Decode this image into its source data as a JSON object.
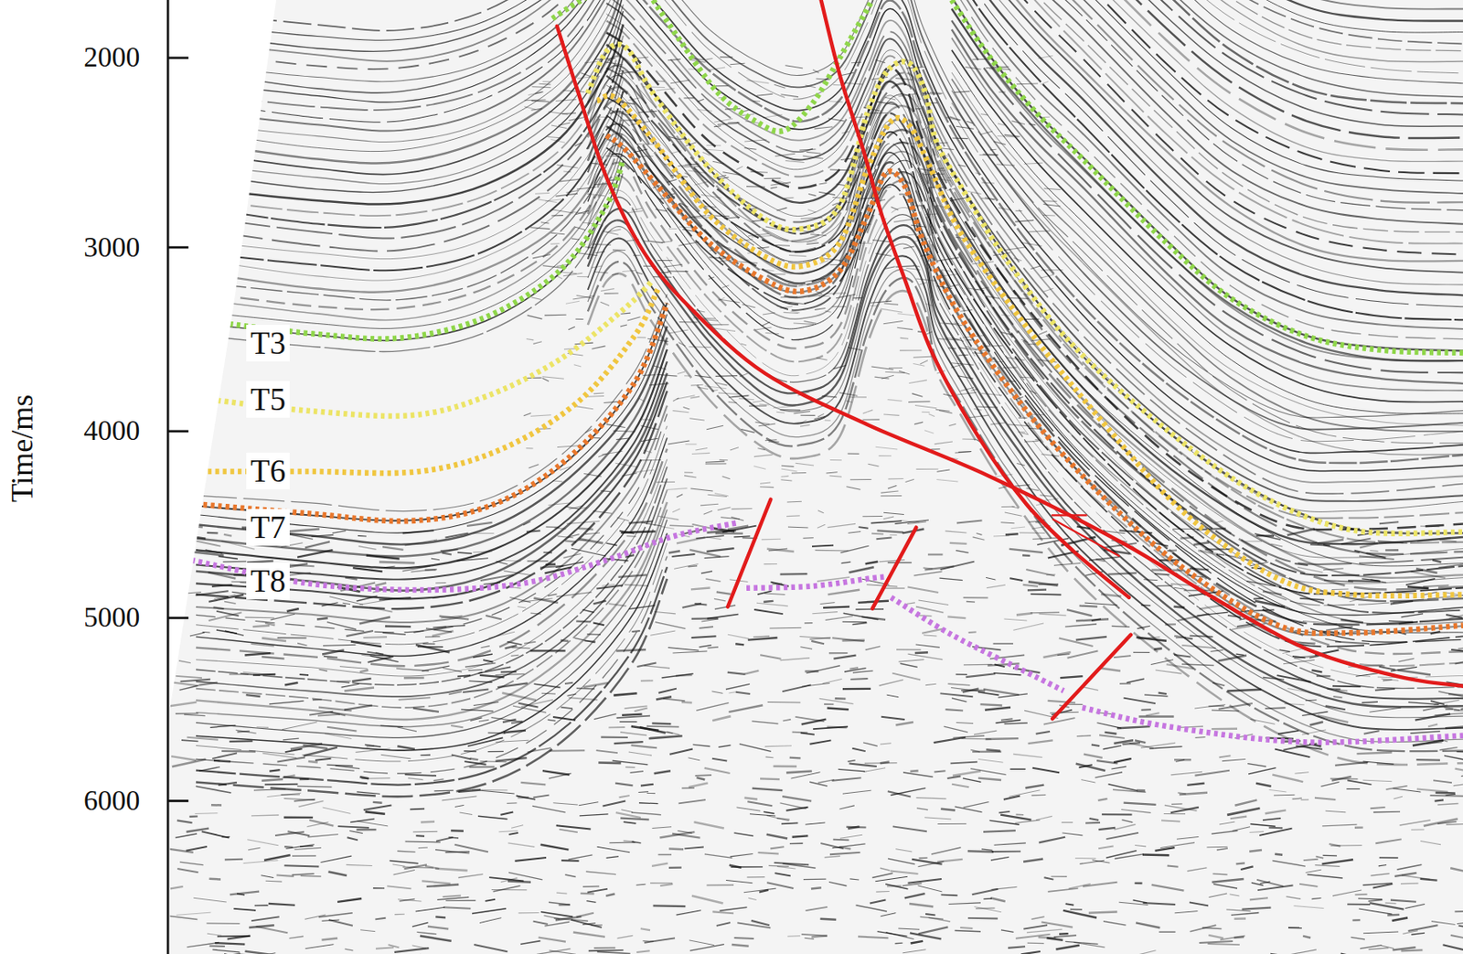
{
  "diagram": {
    "labels": [
      "2000",
      "3000",
      "4000",
      "5000",
      "6000",
      "Time/ms",
      "T3",
      "T5",
      "T6",
      "T7",
      "T8"
    ]
  }
}
